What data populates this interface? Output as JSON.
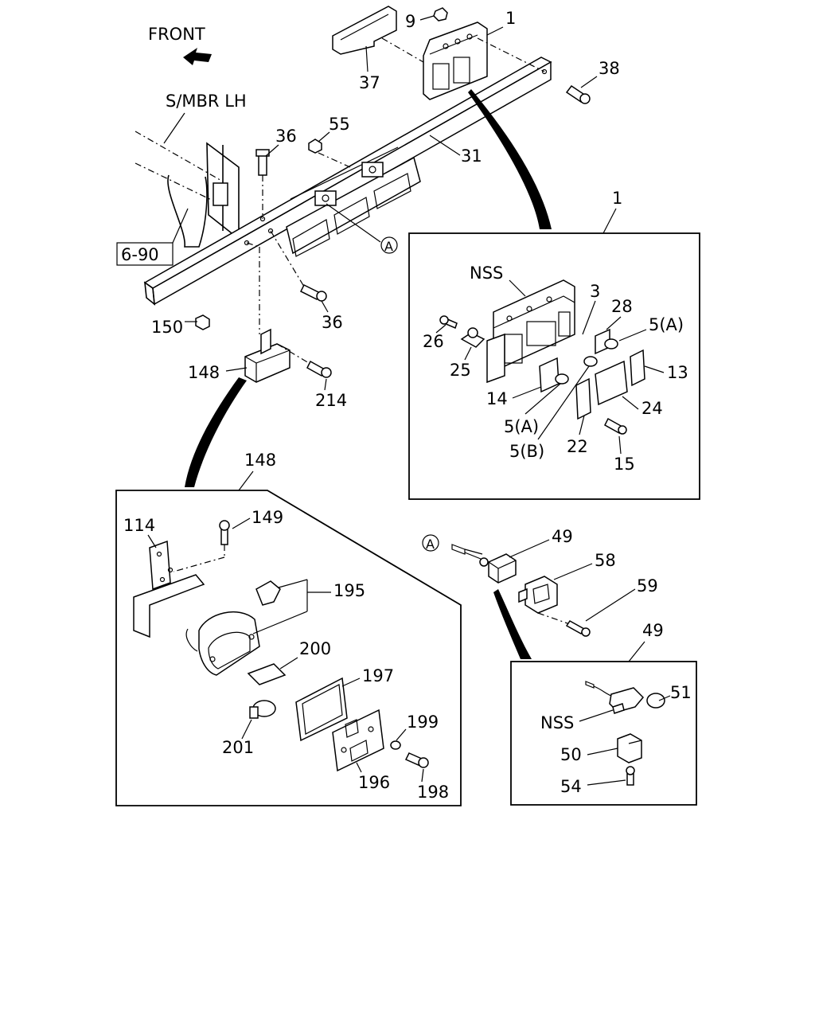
{
  "header": {
    "front_label": "FRONT",
    "member_label": "S/MBR LH",
    "reference_label": "6-90",
    "callout_symbol": "A"
  },
  "callouts": {
    "main": [
      "9",
      "1",
      "37",
      "38",
      "36",
      "55",
      "31",
      "150",
      "36",
      "148",
      "214"
    ],
    "detail_1": [
      "1",
      "NSS",
      "3",
      "28",
      "5(A)",
      "26",
      "25",
      "13",
      "24",
      "14",
      "5(A)",
      "5(B)",
      "22",
      "15"
    ],
    "detail_148": [
      "148",
      "114",
      "149",
      "195",
      "200",
      "197",
      "201",
      "199",
      "196",
      "198"
    ],
    "wiring": [
      "49",
      "58",
      "59"
    ],
    "detail_49": [
      "49",
      "51",
      "NSS",
      "50",
      "54"
    ]
  }
}
